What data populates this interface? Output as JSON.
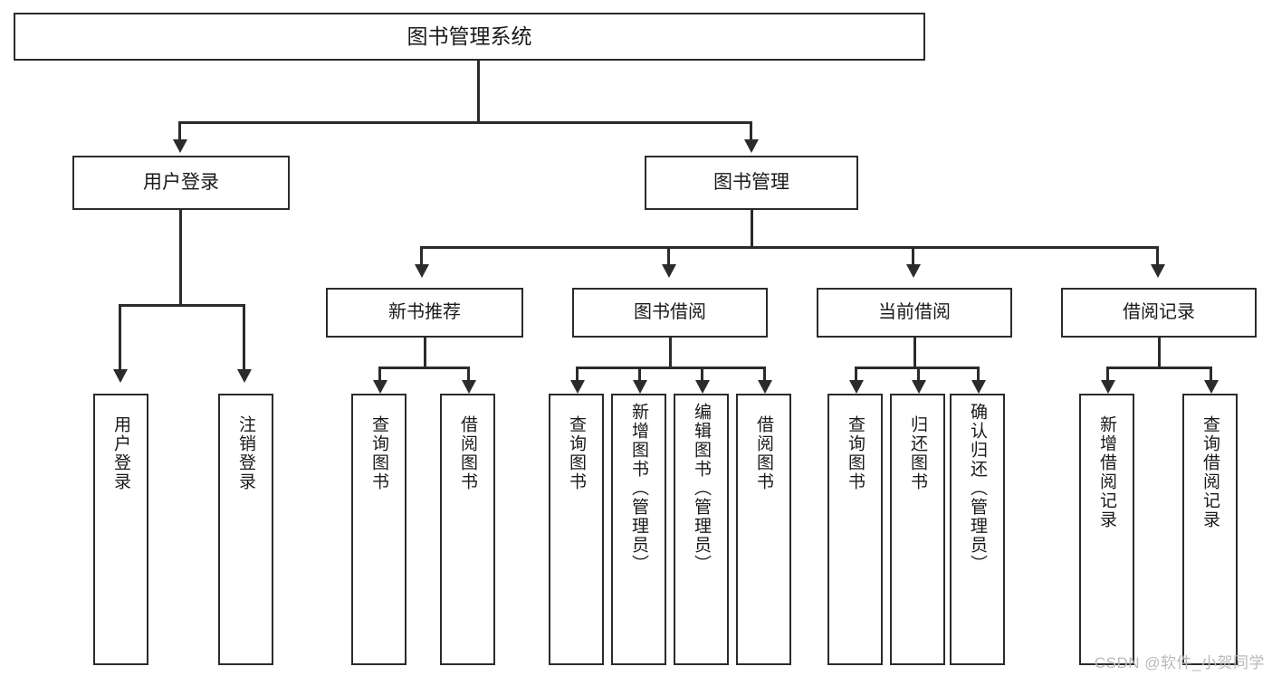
{
  "diagram": {
    "title": "图书管理系统",
    "type": "功能结构图",
    "watermark": "CSDN @软件_小贺同学",
    "colors": {
      "line": "#2b2b2b",
      "box_border": "#2b2b2b",
      "box_fill": "#ffffff",
      "text": "#1a1a1a",
      "background": "#ffffff",
      "watermark": "#b9b9b9"
    },
    "root": {
      "label": "图书管理系统"
    },
    "level1": [
      {
        "label": "用户登录"
      },
      {
        "label": "图书管理"
      }
    ],
    "level2": [
      {
        "label": "新书推荐"
      },
      {
        "label": "图书借阅"
      },
      {
        "label": "当前借阅"
      },
      {
        "label": "借阅记录"
      }
    ],
    "leaves": {
      "user_login": [
        {
          "label": "用户登录"
        },
        {
          "label": "注销登录"
        }
      ],
      "new_book_recommend": [
        {
          "label": "查询图书"
        },
        {
          "label": "借阅图书"
        }
      ],
      "book_borrow": [
        {
          "label": "查询图书"
        },
        {
          "label": "新增图书（管理员）"
        },
        {
          "label": "编辑图书（管理员）"
        },
        {
          "label": "借阅图书"
        }
      ],
      "current_borrow": [
        {
          "label": "查询图书"
        },
        {
          "label": "归还图书"
        },
        {
          "label": "确认归还（管理员）"
        }
      ],
      "borrow_record": [
        {
          "label": "新增借阅记录"
        },
        {
          "label": "查询借阅记录"
        }
      ]
    }
  }
}
